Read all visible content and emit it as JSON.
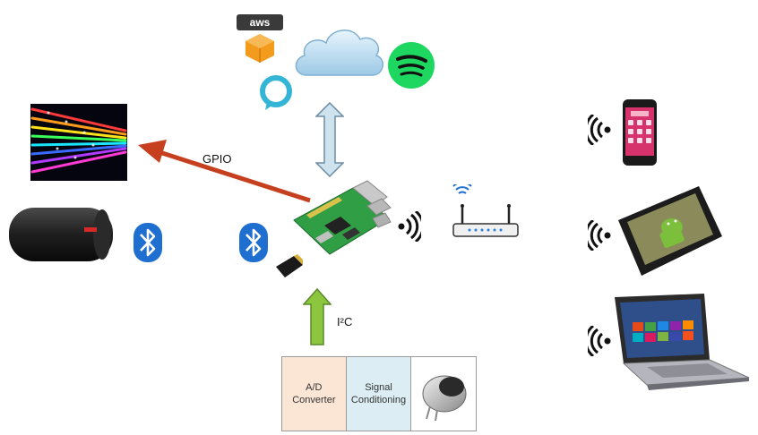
{
  "labels": {
    "gpio": "GPIO",
    "i2c": "I²C",
    "aws": "aws"
  },
  "signal_chain": {
    "adc_line1": "A/D",
    "adc_line2": "Converter",
    "sig_line1": "Signal",
    "sig_line2": "Conditioning"
  },
  "colors": {
    "gpio_arrow": "#c6401f",
    "i2c_arrow": "#7bbf3c",
    "cloud_arrow": "#cfe3ef",
    "bluetooth": "#1f6fd1",
    "spotify": "#1ed760",
    "aws_orange": "#f39b1c",
    "adc_box": "#fbe6d6",
    "sig_box": "#dcedf4"
  },
  "icons": [
    "aws-logo-icon",
    "cloud-icon",
    "spotify-icon",
    "alexa-icon",
    "led-strip-image",
    "speaker-image",
    "bluetooth-icon",
    "raspberry-pi-image",
    "sd-card-image",
    "wifi-signal-icon",
    "router-image",
    "smartphone-image",
    "tablet-image",
    "laptop-image",
    "microphone-image"
  ]
}
